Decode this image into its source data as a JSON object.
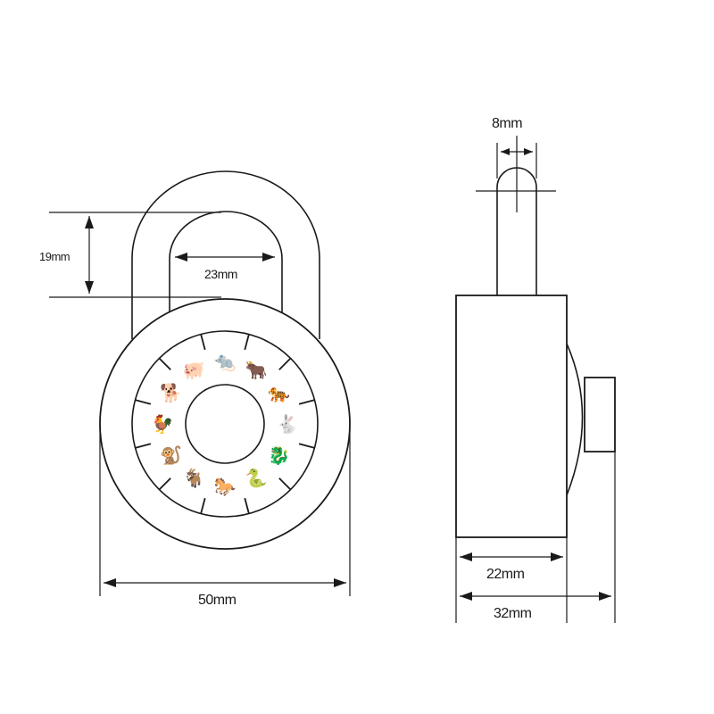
{
  "dimensions": {
    "shackle_height": "19mm",
    "shackle_inner_width": "23mm",
    "front_width": "50mm",
    "shackle_diameter": "8mm",
    "body_depth": "22mm",
    "total_depth": "32mm"
  },
  "dial": {
    "zodiac_animals": [
      "rat",
      "ox",
      "tiger",
      "rabbit",
      "dragon",
      "snake",
      "horse",
      "goat",
      "monkey",
      "rooster",
      "dog",
      "pig"
    ],
    "glyphs": [
      "🐀",
      "🐂",
      "🐅",
      "🐇",
      "🐉",
      "🐍",
      "🐎",
      "🐐",
      "🐒",
      "🐓",
      "🐕",
      "🐖"
    ]
  },
  "colors": {
    "line": "#1a1a1a",
    "background": "#ffffff"
  }
}
